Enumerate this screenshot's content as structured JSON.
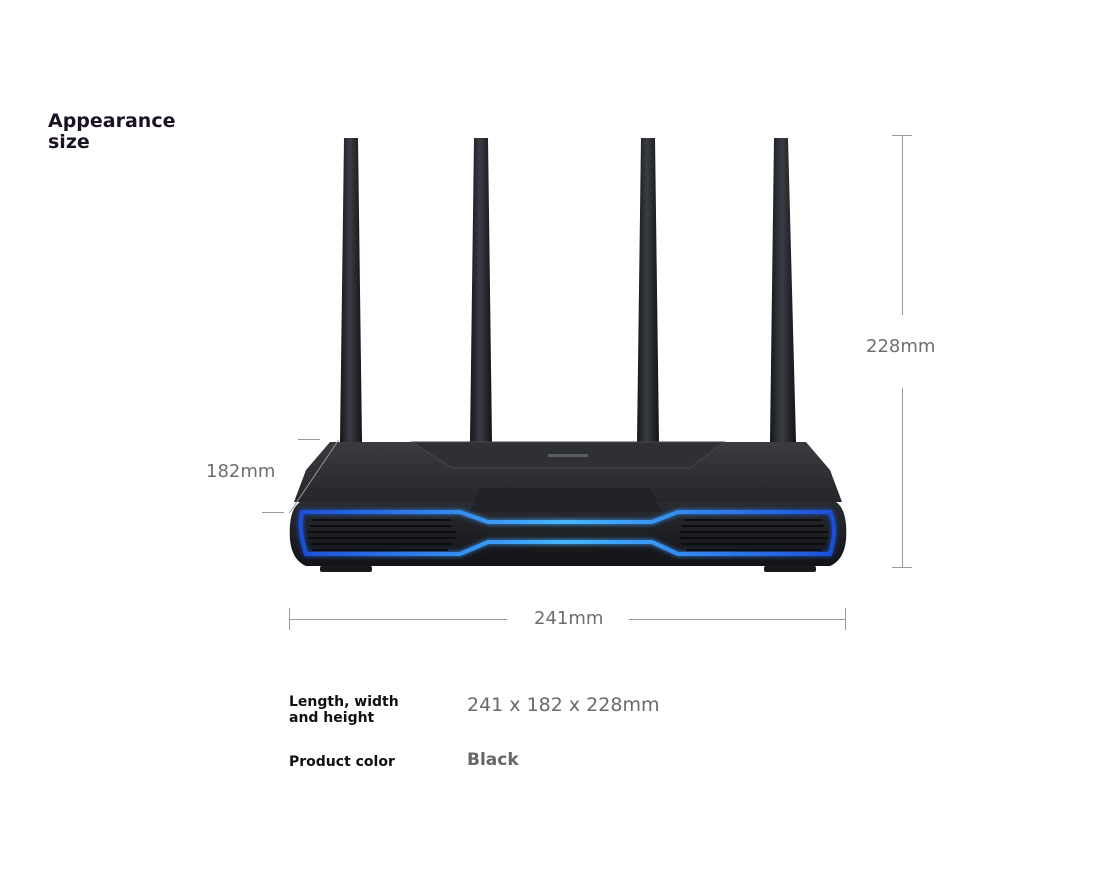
{
  "section": {
    "title": "Appearance size"
  },
  "dimensions": {
    "height": "228mm",
    "depth": "182mm",
    "width": "241mm"
  },
  "specs": [
    {
      "label": "Length, width and height",
      "value": "241 x 182 x 228mm"
    },
    {
      "label": "Product color",
      "value": "Black"
    }
  ],
  "colors": {
    "accent_glow": "#2f7cff",
    "body": "#1f2126",
    "dimension_line": "#9a9a9a",
    "dimension_text": "#6e6e6e"
  },
  "product_image": {
    "name": "router-image",
    "antenna_count": 4
  }
}
